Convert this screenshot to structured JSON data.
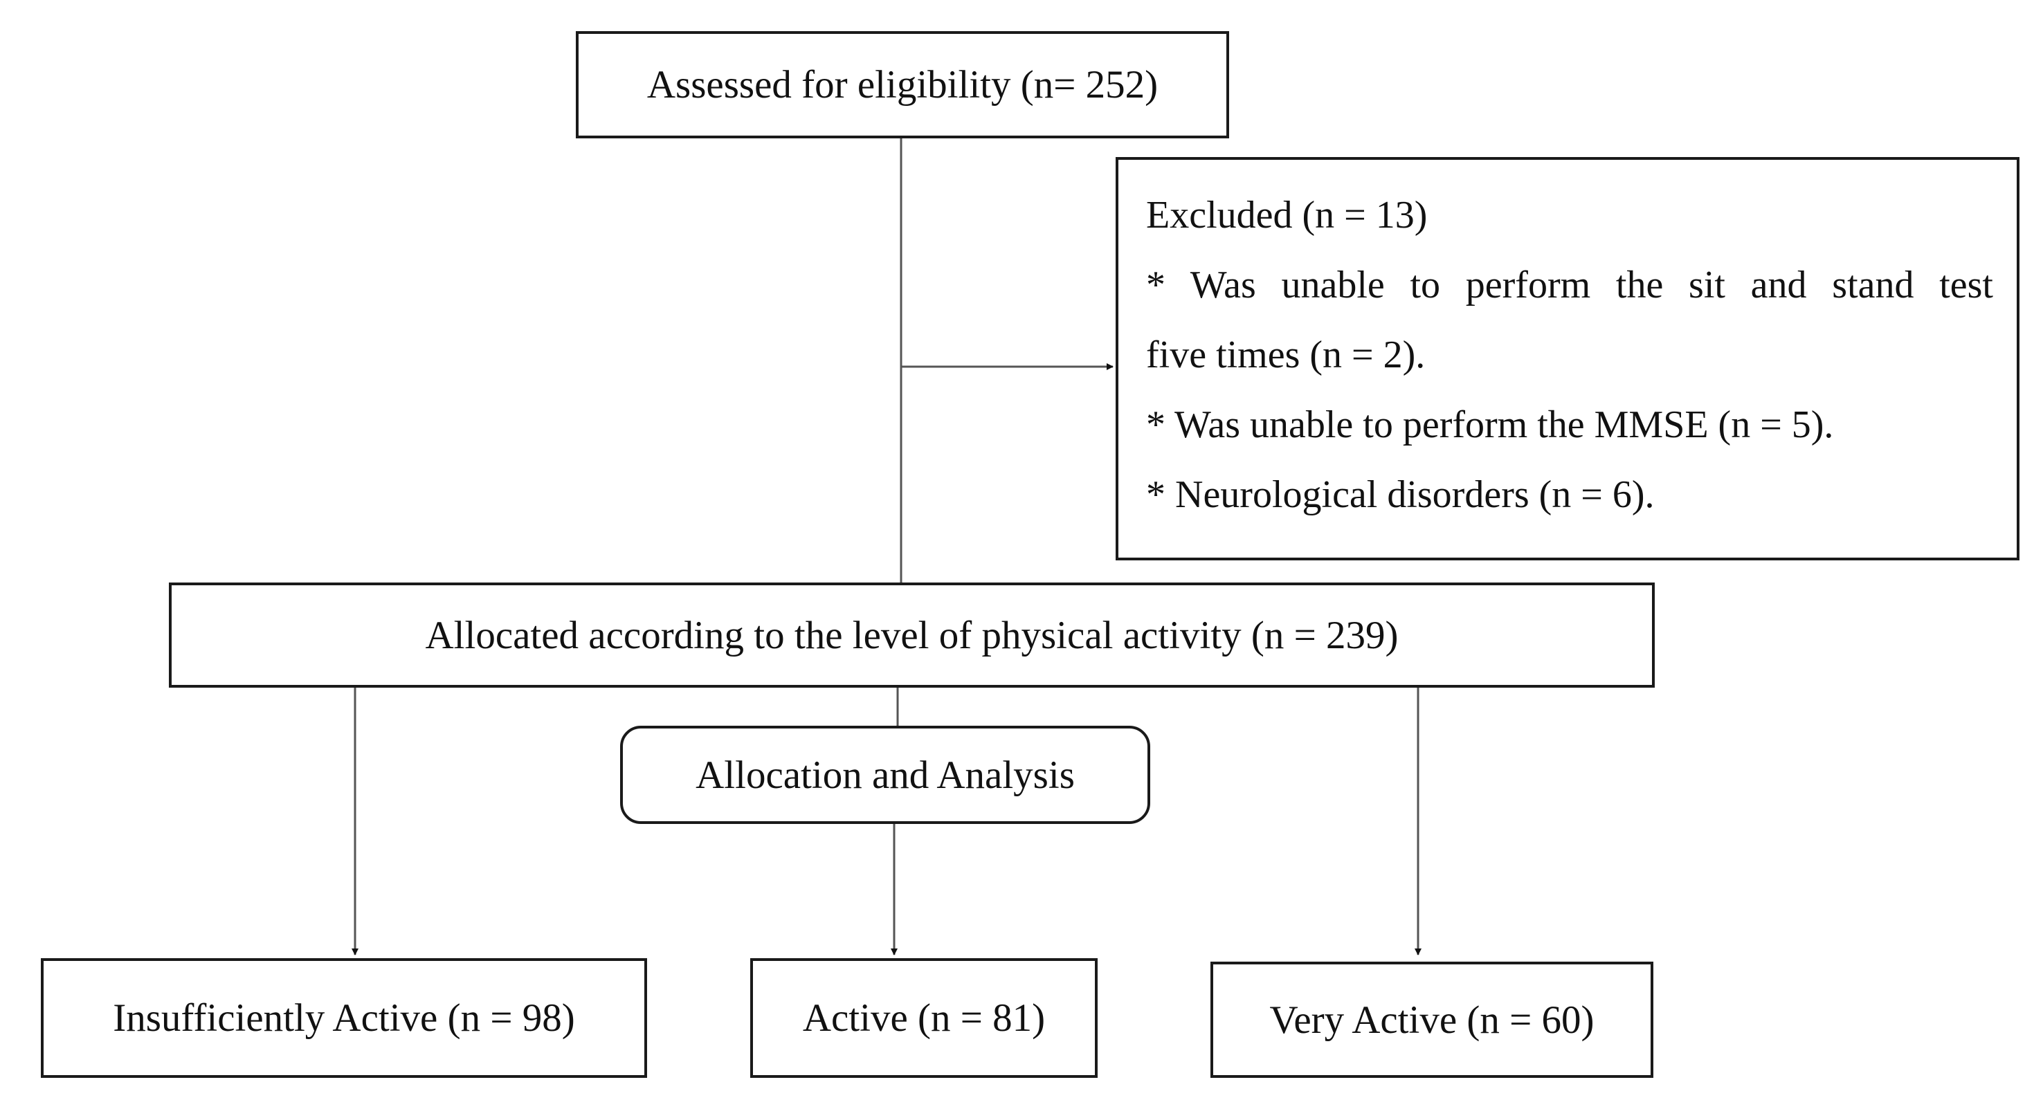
{
  "assessed": {
    "label": "Assessed for eligibility (n= 252)"
  },
  "excluded": {
    "title": "Excluded (n = 13)",
    "reasons": [
      {
        "line1": "* Was unable to perform the sit and stand test",
        "line2": "five times (n = 2)."
      },
      {
        "line1": "* Was unable to perform the MMSE (n = 5)."
      },
      {
        "line1": "* Neurological disorders (n = 6)."
      }
    ]
  },
  "allocated": {
    "label": "Allocated according to the level of physical activity (n = 239)"
  },
  "phase": {
    "label": "Allocation and Analysis"
  },
  "groups": [
    {
      "label": "Insufficiently Active (n = 98)"
    },
    {
      "label": "Active (n = 81)"
    },
    {
      "label": "Very Active (n = 60)"
    }
  ],
  "colors": {
    "line": "#1a1a1a",
    "connector": "#555555",
    "background": "#ffffff"
  }
}
